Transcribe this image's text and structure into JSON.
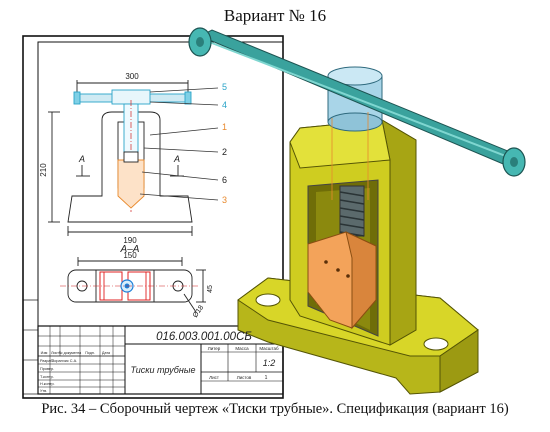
{
  "header": {
    "variant_title": "Вариант № 16"
  },
  "drawing": {
    "dim_top": "300",
    "dim_height": "210",
    "dim_base": "190",
    "dim_section": "150",
    "dim_side": "45",
    "dim_hole": "Ø18",
    "section_label_left": "А",
    "section_label_right": "А",
    "section_title": "А–А",
    "leaders": [
      "5",
      "4",
      "1",
      "2",
      "6",
      "3"
    ],
    "title_block": {
      "code": "016.003.001.00СБ",
      "name": "Тиски трубные",
      "lit_label": "Литер",
      "mass_label": "Масса",
      "scale_label": "Масштаб",
      "scale_value": "1:2",
      "sheet_label": "Лист",
      "sheets_label": "Листов",
      "sheets_value": "1",
      "rows": [
        "Изм",
        "Лист",
        "№ документа",
        "Подп.",
        "Дата"
      ],
      "roles": [
        "Разраб.",
        "Провер.",
        "Т.контр.",
        "Н.контр.",
        "Утв."
      ],
      "developer": "Зоранчис С.А."
    }
  },
  "caption": {
    "text": "Рис. 34 – Сборочный чертеж «Тиски трубные». Спецификация (вариант 16)"
  },
  "colors": {
    "body": "#c8c81e",
    "body_dark": "#8f8f10",
    "handle": "#46b7b2",
    "screw_head": "#a9d5e8",
    "jaw": "#f3a35a",
    "section_red": "#e02020",
    "section_blue": "#1e7fd8"
  }
}
